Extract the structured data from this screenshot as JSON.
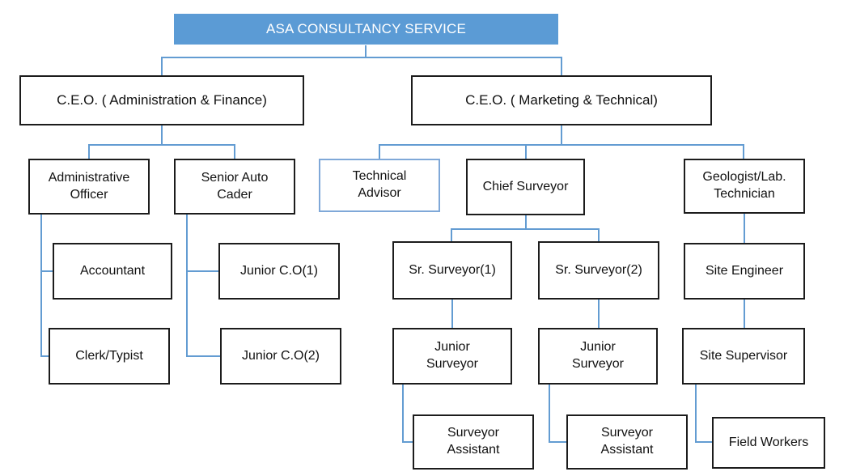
{
  "diagram_type": "org-chart",
  "colors": {
    "banner_fill": "#5B9BD5",
    "banner_text": "#FFFFFF",
    "connector": "#639CD2",
    "box_border": "#1C1C1C",
    "highlight_border": "#7FA8D8",
    "text": "#111111",
    "bg": "#FFFFFF"
  },
  "nodes": {
    "banner": {
      "label": "ASA CONSULTANCY SERVICE"
    },
    "ceo_admin": {
      "label": "C.E.O. ( Administration & Finance)"
    },
    "ceo_marketing": {
      "label": "C.E.O. ( Marketing & Technical)"
    },
    "admin_officer": {
      "label": "Administrative\nOfficer"
    },
    "senior_auto_cader": {
      "label": "Senior Auto\nCader"
    },
    "technical_advisor": {
      "label": "Technical\nAdvisor"
    },
    "chief_surveyor": {
      "label": "Chief Surveyor"
    },
    "geologist": {
      "label": "Geologist/Lab.\nTechnician"
    },
    "accountant": {
      "label": "Accountant"
    },
    "clerk_typist": {
      "label": "Clerk/Typist"
    },
    "junior_co1": {
      "label": "Junior C.O(1)"
    },
    "junior_co2": {
      "label": "Junior C.O(2)"
    },
    "sr_surveyor1": {
      "label": "Sr. Surveyor(1)"
    },
    "sr_surveyor2": {
      "label": "Sr. Surveyor(2)"
    },
    "junior_surveyor1": {
      "label": "Junior\nSurveyor"
    },
    "junior_surveyor2": {
      "label": "Junior\nSurveyor"
    },
    "surveyor_assistant1": {
      "label": "Surveyor\nAssistant"
    },
    "surveyor_assistant2": {
      "label": "Surveyor\nAssistant"
    },
    "site_engineer": {
      "label": "Site Engineer"
    },
    "site_supervisor": {
      "label": "Site Supervisor"
    },
    "field_workers": {
      "label": "Field Workers"
    }
  },
  "edges": [
    {
      "from": "banner",
      "to": "ceo_admin"
    },
    {
      "from": "banner",
      "to": "ceo_marketing"
    },
    {
      "from": "ceo_admin",
      "to": "admin_officer"
    },
    {
      "from": "ceo_admin",
      "to": "senior_auto_cader"
    },
    {
      "from": "admin_officer",
      "to": "accountant"
    },
    {
      "from": "admin_officer",
      "to": "clerk_typist"
    },
    {
      "from": "senior_auto_cader",
      "to": "junior_co1"
    },
    {
      "from": "senior_auto_cader",
      "to": "junior_co2"
    },
    {
      "from": "ceo_marketing",
      "to": "technical_advisor"
    },
    {
      "from": "ceo_marketing",
      "to": "chief_surveyor"
    },
    {
      "from": "ceo_marketing",
      "to": "geologist"
    },
    {
      "from": "chief_surveyor",
      "to": "sr_surveyor1"
    },
    {
      "from": "chief_surveyor",
      "to": "sr_surveyor2"
    },
    {
      "from": "sr_surveyor1",
      "to": "junior_surveyor1"
    },
    {
      "from": "sr_surveyor2",
      "to": "junior_surveyor2"
    },
    {
      "from": "junior_surveyor1",
      "to": "surveyor_assistant1"
    },
    {
      "from": "junior_surveyor2",
      "to": "surveyor_assistant2"
    },
    {
      "from": "geologist",
      "to": "site_engineer"
    },
    {
      "from": "site_engineer",
      "to": "site_supervisor"
    },
    {
      "from": "site_supervisor",
      "to": "field_workers"
    }
  ]
}
